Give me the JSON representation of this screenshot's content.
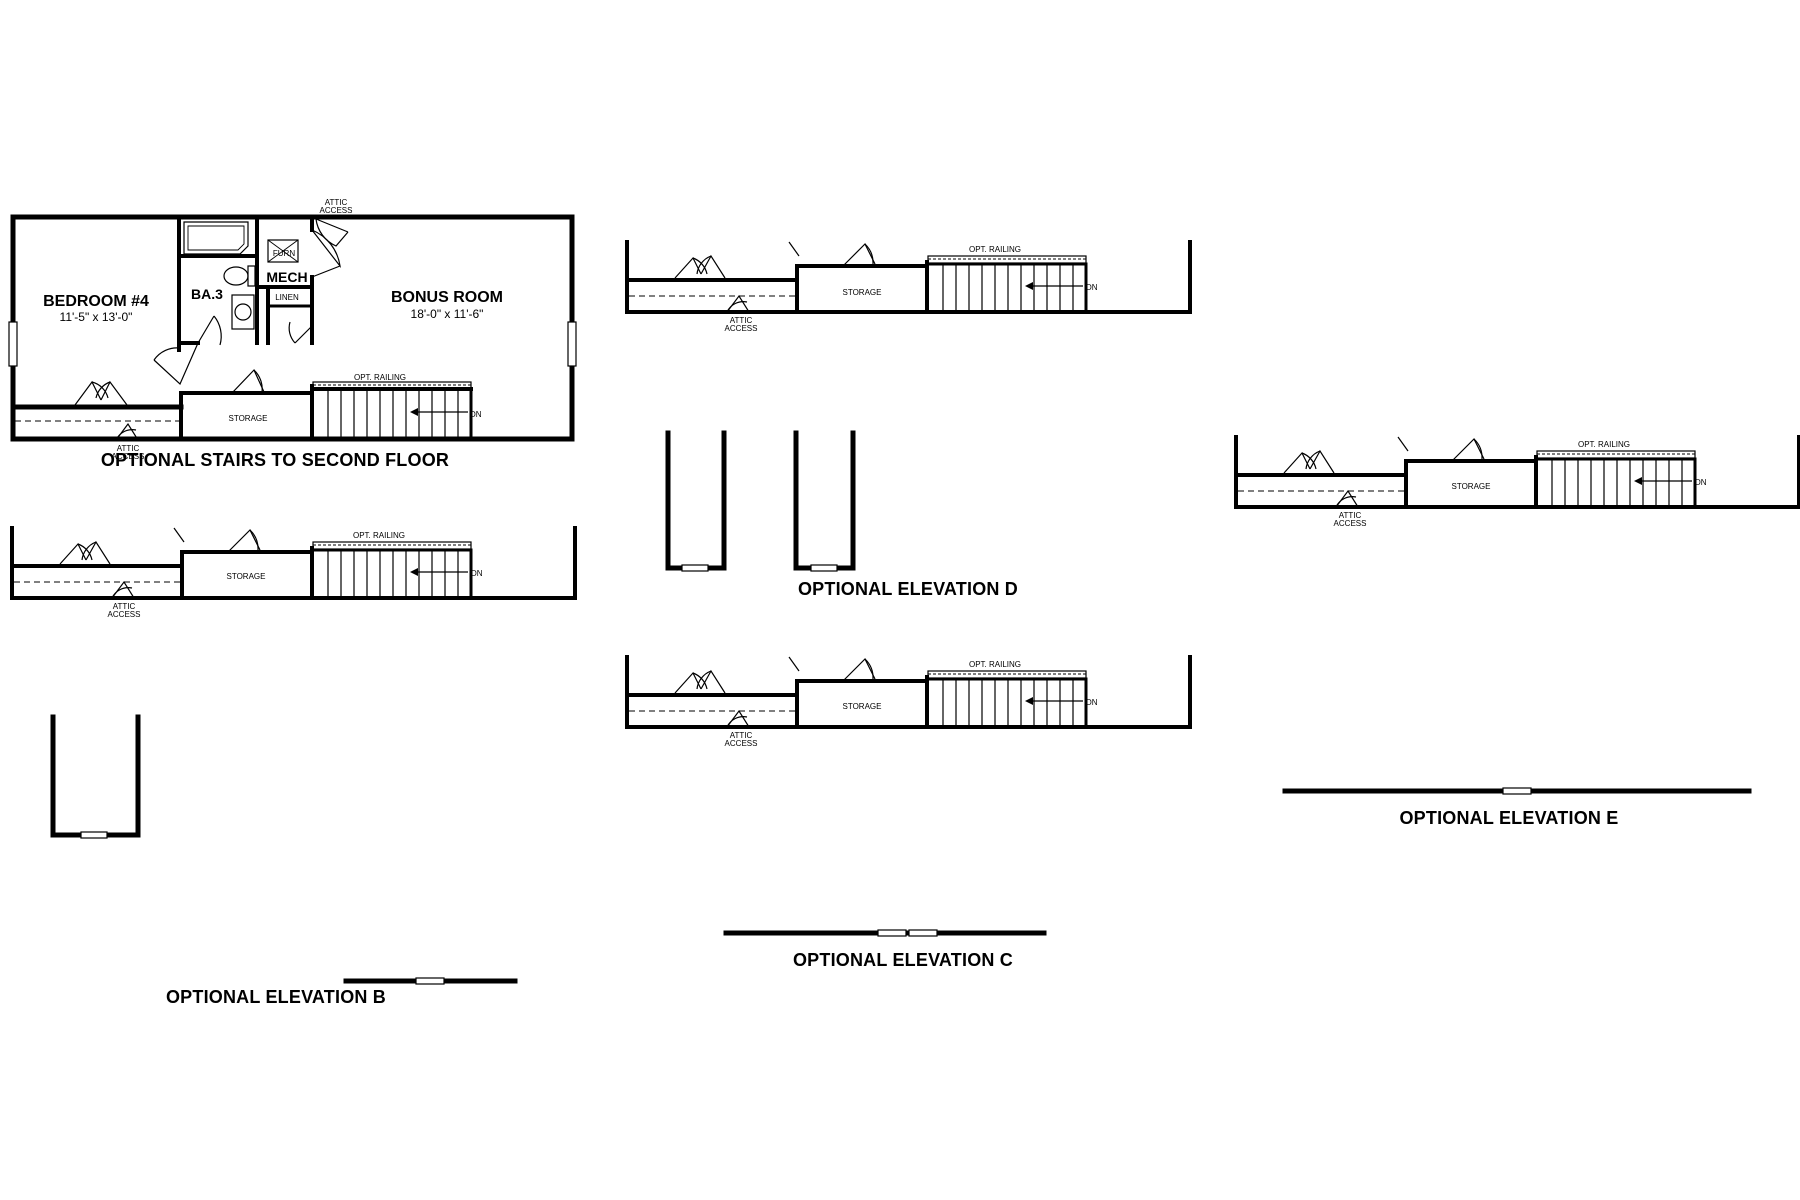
{
  "rooms": {
    "bedroom4": {
      "name": "BEDROOM #4",
      "dims": "11'-5\" x 13'-0\""
    },
    "bath3": {
      "name": "BA.3"
    },
    "mech": {
      "name": "MECH"
    },
    "furn": {
      "name": "FURN"
    },
    "linen": {
      "name": "LINEN"
    },
    "bonus": {
      "name": "BONUS ROOM",
      "dims": "18'-0\" x 11'-6\""
    }
  },
  "labels": {
    "storage": "STORAGE",
    "opt_railing": "OPT. RAILING",
    "dn": "DN",
    "attic": "ATTIC",
    "access": "ACCESS"
  },
  "titles": {
    "stairs": "OPTIONAL STAIRS TO SECOND FLOOR",
    "elev_b": "OPTIONAL ELEVATION B",
    "elev_c": "OPTIONAL ELEVATION C",
    "elev_d": "OPTIONAL ELEVATION D",
    "elev_e": "OPTIONAL ELEVATION E"
  }
}
